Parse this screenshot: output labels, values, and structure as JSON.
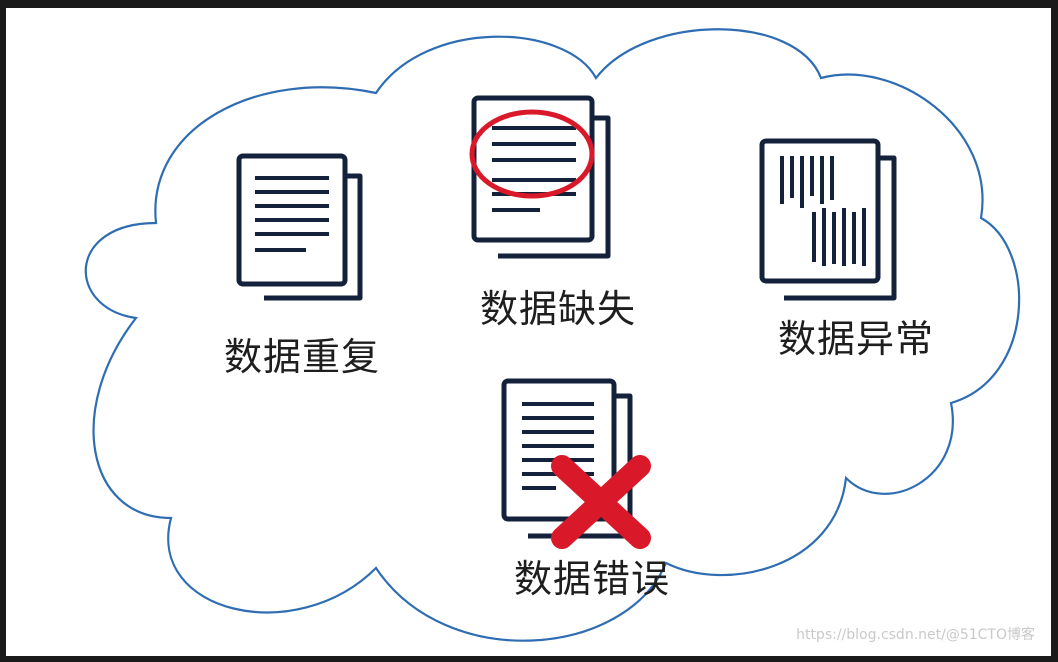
{
  "diagram": {
    "items": [
      {
        "key": "duplicate",
        "label": "数据重复"
      },
      {
        "key": "missing",
        "label": "数据缺失"
      },
      {
        "key": "anomaly",
        "label": "数据异常"
      },
      {
        "key": "error",
        "label": "数据错误"
      }
    ]
  },
  "watermark": "https://blog.csdn.net/@51CTO博客",
  "colors": {
    "cloud_outline": "#2f6db3",
    "document_outline": "#14213a",
    "highlight_red": "#d9192a",
    "text": "#1e1e1e"
  }
}
